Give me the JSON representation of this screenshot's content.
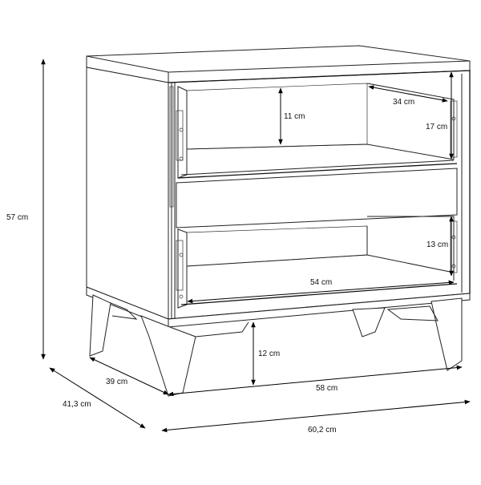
{
  "labels": {
    "total_height": "57 cm",
    "depth_top": "39 cm",
    "depth_overall": "41,3 cm",
    "width_inner_bottom": "58 cm",
    "width_overall": "60,2 cm",
    "drawer_upper_height": "11 cm",
    "drawer_upper_depth": "34 cm",
    "drawer_upper_side": "17 cm",
    "drawer_lower_side": "13 cm",
    "drawer_lower_width": "54 cm",
    "leg_height": "12 cm"
  },
  "colors": {
    "line": "#222222",
    "background": "#ffffff"
  }
}
